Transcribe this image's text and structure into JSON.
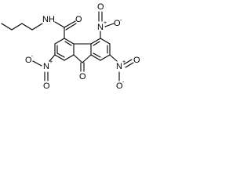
{
  "labels": {
    "amide_n": "N",
    "amide_h": "H",
    "amide_o": "O",
    "ketone_o": "O",
    "nitro_top_n": "N",
    "nitro_top_charge_n": "+",
    "nitro_top_o1": "O",
    "nitro_top_charge_o": "-",
    "nitro_top_o2": "O",
    "nitro_left_n": "N",
    "nitro_left_charge_n": "+",
    "nitro_left_o1": "O",
    "nitro_left_charge_o": "-",
    "nitro_left_o2": "O",
    "nitro_right_n": "N",
    "nitro_right_charge_n": "+",
    "nitro_right_o1": "O",
    "nitro_right_o2": "O",
    "nitro_right_charge_o": "-"
  }
}
